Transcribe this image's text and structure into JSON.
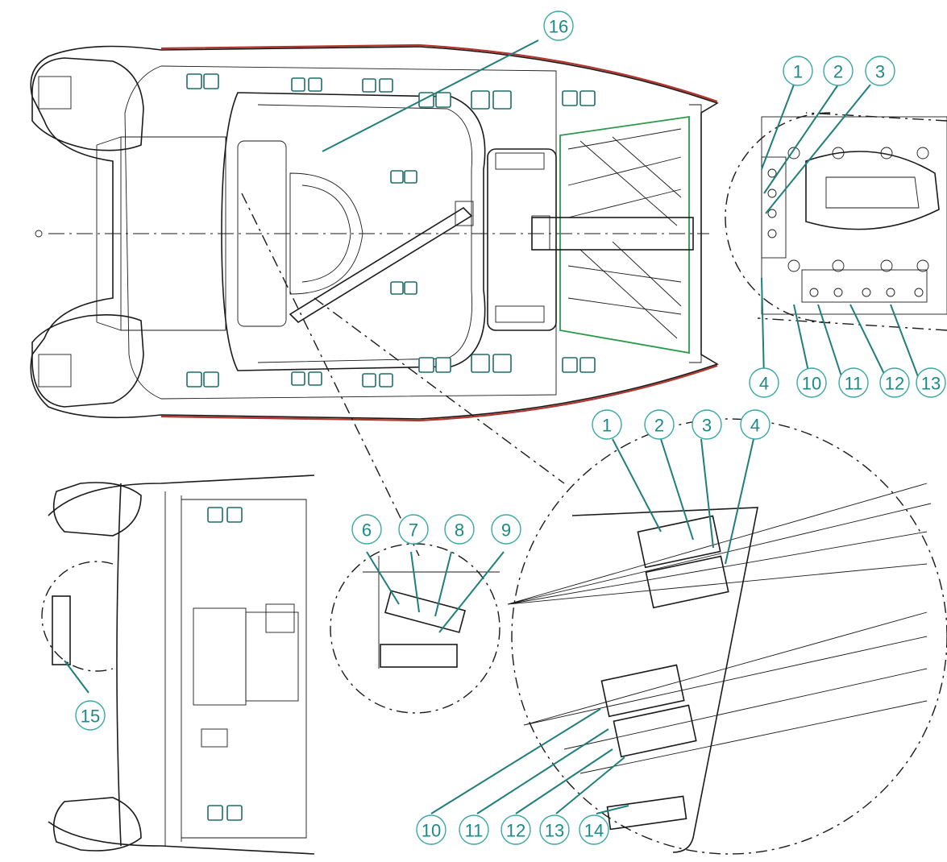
{
  "colors": {
    "callout": "#1c8a86",
    "callout_ring": "#3aa9a5",
    "outline": "#1a1a1a",
    "toe_rail": "#b3342c",
    "trampoline": "#2a9a4a",
    "background": "#ffffff"
  },
  "callouts": {
    "main_view": {
      "c16": "16"
    },
    "bow_detail": {
      "c1": "1",
      "c2": "2",
      "c3": "3",
      "c4": "4",
      "c10": "10",
      "c11": "11",
      "c12": "12",
      "c13": "13"
    },
    "winch_detail": {
      "c1": "1",
      "c2": "2",
      "c3": "3",
      "c4": "4",
      "c10": "10",
      "c11": "11",
      "c12": "12",
      "c13": "13",
      "c14": "14"
    },
    "mast_detail": {
      "c6": "6",
      "c7": "7",
      "c8": "8",
      "c9": "9"
    },
    "stern_detail": {
      "c15": "15"
    }
  },
  "icons": [
    "cleat-icon",
    "clutch-bank-icon",
    "callout-arrow-icon"
  ]
}
